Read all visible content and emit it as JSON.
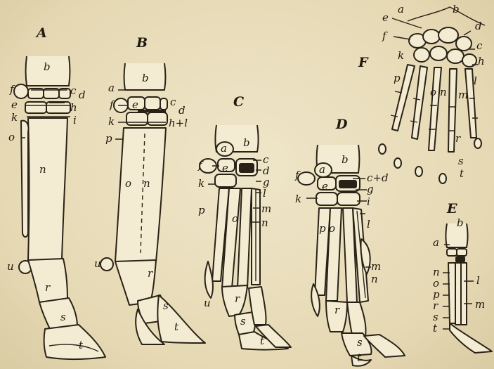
{
  "panels": {
    "A": {
      "title": "A",
      "labels": {
        "b": "b",
        "f": "f",
        "c": "c",
        "d": "d",
        "e": "e",
        "h": "h",
        "k": "k",
        "i": "i",
        "o": "o",
        "n": "n",
        "u": "u",
        "r": "r",
        "s": "s",
        "t": "t"
      }
    },
    "B": {
      "title": "B",
      "labels": {
        "a": "a",
        "b": "b",
        "f": "f",
        "e": "e",
        "c": "c",
        "d": "d",
        "k": "k",
        "hl": "h+l",
        "p": "p",
        "o": "o",
        "n": "n",
        "u": "u",
        "r": "r",
        "s": "s",
        "t": "t"
      }
    },
    "C": {
      "title": "C",
      "labels": {
        "a": "a",
        "b": "b",
        "c": "c",
        "f": "f",
        "e": "e",
        "d": "d",
        "k": "k",
        "g": "g",
        "l": "l",
        "m": "m",
        "p": "p",
        "o": "o",
        "n": "n",
        "u": "u",
        "r": "r",
        "s": "s",
        "t": "t"
      }
    },
    "D": {
      "title": "D",
      "labels": {
        "a": "a",
        "b": "b",
        "cd": "c+d",
        "f": "f",
        "e": "e",
        "g": "g",
        "k": "k",
        "i": "i",
        "l": "l",
        "p": "p",
        "o": "o",
        "m": "m",
        "n": "n",
        "r": "r",
        "s": "s",
        "t": "t"
      }
    },
    "E": {
      "title": "E",
      "labels": {
        "b": "b",
        "a": "a",
        "n": "n",
        "o": "o",
        "p": "p",
        "r": "r",
        "s": "s",
        "t": "t",
        "l": "l",
        "m": "m"
      }
    },
    "F": {
      "title": "F",
      "labels": {
        "a": "a",
        "b": "b",
        "e": "e",
        "d": "d",
        "f": "f",
        "c": "c",
        "k": "k",
        "h": "h",
        "p": "p",
        "l": "l",
        "o": "o",
        "n": "n",
        "m": "m",
        "r": "r",
        "s": "s",
        "t": "t"
      }
    }
  }
}
